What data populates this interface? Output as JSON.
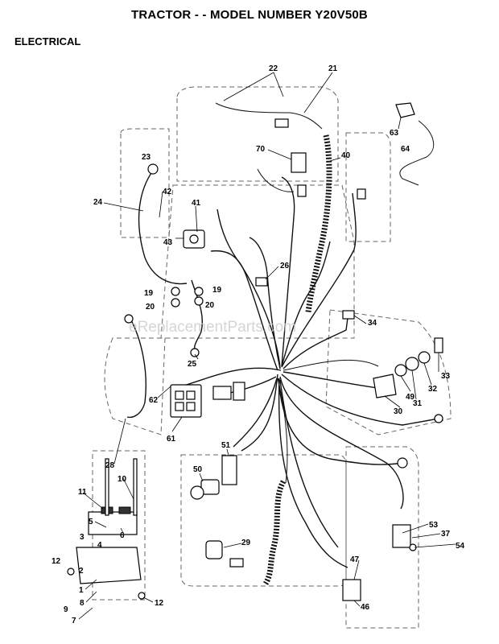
{
  "header": {
    "title": "TRACTOR - - MODEL NUMBER Y20V50B",
    "section": "ELECTRICAL"
  },
  "watermark": "eReplacementParts.com",
  "callouts": [
    {
      "id": "c22",
      "label": "22"
    },
    {
      "id": "c21",
      "label": "21"
    },
    {
      "id": "c63",
      "label": "63"
    },
    {
      "id": "c64",
      "label": "64"
    },
    {
      "id": "c70",
      "label": "70"
    },
    {
      "id": "c40",
      "label": "40"
    },
    {
      "id": "c23",
      "label": "23"
    },
    {
      "id": "c42",
      "label": "42"
    },
    {
      "id": "c24",
      "label": "24"
    },
    {
      "id": "c41",
      "label": "41"
    },
    {
      "id": "c43",
      "label": "43"
    },
    {
      "id": "c26",
      "label": "26"
    },
    {
      "id": "c19a",
      "label": "19"
    },
    {
      "id": "c19b",
      "label": "19"
    },
    {
      "id": "c20a",
      "label": "20"
    },
    {
      "id": "c20b",
      "label": "20"
    },
    {
      "id": "c34",
      "label": "34"
    },
    {
      "id": "c25",
      "label": "25"
    },
    {
      "id": "c33",
      "label": "33"
    },
    {
      "id": "c32",
      "label": "32"
    },
    {
      "id": "c31",
      "label": "31"
    },
    {
      "id": "c49",
      "label": "49"
    },
    {
      "id": "c30",
      "label": "30"
    },
    {
      "id": "c62",
      "label": "62"
    },
    {
      "id": "c61",
      "label": "61"
    },
    {
      "id": "c51",
      "label": "51"
    },
    {
      "id": "c28",
      "label": "28"
    },
    {
      "id": "c10",
      "label": "10"
    },
    {
      "id": "c50",
      "label": "50"
    },
    {
      "id": "c11",
      "label": "11"
    },
    {
      "id": "c5",
      "label": "5"
    },
    {
      "id": "c6",
      "label": "6"
    },
    {
      "id": "c3",
      "label": "3"
    },
    {
      "id": "c4",
      "label": "4"
    },
    {
      "id": "c12a",
      "label": "12"
    },
    {
      "id": "c2",
      "label": "2"
    },
    {
      "id": "c29",
      "label": "29"
    },
    {
      "id": "c53",
      "label": "53"
    },
    {
      "id": "c37",
      "label": "37"
    },
    {
      "id": "c54",
      "label": "54"
    },
    {
      "id": "c47",
      "label": "47"
    },
    {
      "id": "c1",
      "label": "1"
    },
    {
      "id": "c8",
      "label": "8"
    },
    {
      "id": "c9",
      "label": "9"
    },
    {
      "id": "c7",
      "label": "7"
    },
    {
      "id": "c12b",
      "label": "12"
    },
    {
      "id": "c46",
      "label": "46"
    }
  ]
}
